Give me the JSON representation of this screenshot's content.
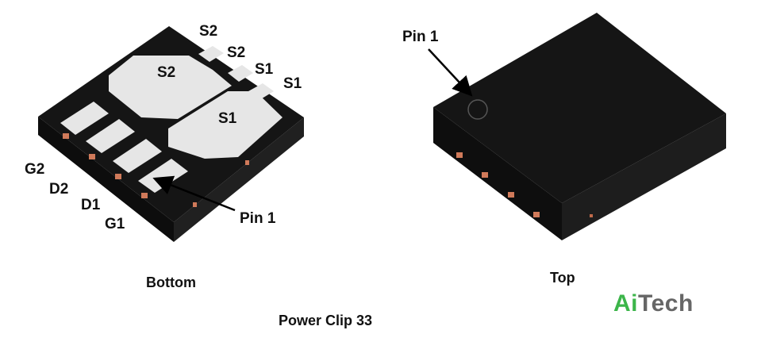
{
  "bottom_view": {
    "caption": "Bottom",
    "pad_labels": {
      "s2_pad": "S2",
      "s1_pad": "S1"
    },
    "pin_labels": {
      "s2_a": "S2",
      "s2_b": "S2",
      "s1_a": "S1",
      "s1_b": "S1",
      "g2": "G2",
      "d2": "D2",
      "d1": "D1",
      "g1": "G1"
    },
    "pin1_label": "Pin 1"
  },
  "top_view": {
    "caption": "Top",
    "pin1_label": "Pin 1"
  },
  "package_name": "Power Clip 33",
  "logo": {
    "part1": "Ai",
    "part2": "Tech",
    "color1": "#3cb54a",
    "color2": "#666666"
  },
  "colors": {
    "package_body": "#151515",
    "pad": "#e6e6e6",
    "lead": "#d07a5a"
  }
}
